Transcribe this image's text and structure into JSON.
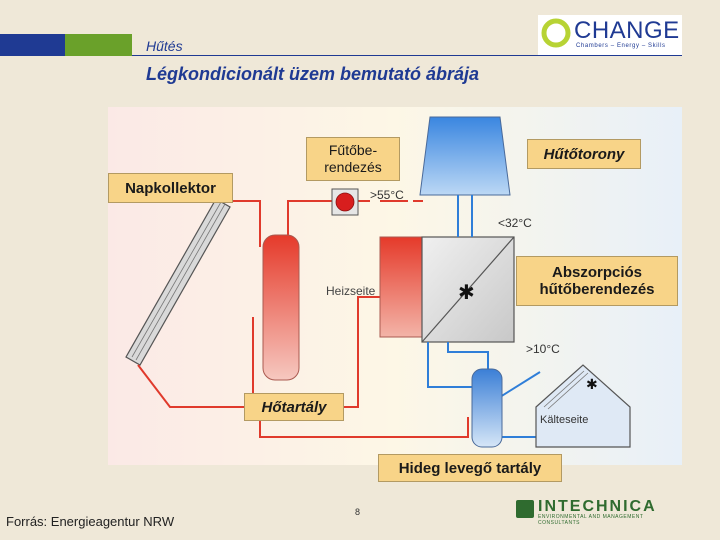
{
  "header": {
    "section": "Hűtés",
    "title": "Légkondicionált üzem bemutató ábrája"
  },
  "logo": {
    "text": "CHANGE",
    "subtitle": "Chambers – Energy – Skills"
  },
  "diagram": {
    "callouts": {
      "fuetoberendezes": "Fűtőbe-\nrendezés",
      "hutotorony": "Hűtőtorony",
      "napkollektor": "Napkollektor",
      "abszorpcios": "Abszorpciós\nhűtőberendezés",
      "hotartaly": "Hőtartály",
      "hideg_levego": "Hideg levegő tartály"
    },
    "labels": {
      "temp_heat": ">55°C",
      "temp_cool": "<32°C",
      "temp_cold": ">10°C",
      "heizseite": "Heizseite",
      "kalteseite": "Kälteseite"
    },
    "colors": {
      "background": "#fdf6e4",
      "pipe": "#e03a2c",
      "water": "#2f7ed8"
    }
  },
  "footer": {
    "source": "Forrás: Energieagentur NRW",
    "page": "8",
    "brand": "INTECHNICA",
    "brand_sub": "ENVIRONMENTAL AND MANAGEMENT CONSULTANTS"
  }
}
